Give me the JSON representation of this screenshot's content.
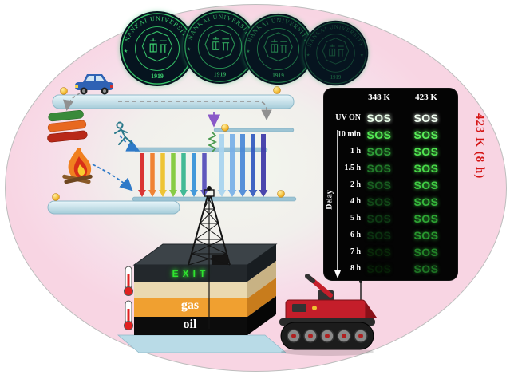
{
  "scene": {
    "seals": [
      {
        "name": "NANKAI UNIVERSITY",
        "year": "1919",
        "opacity": 1
      },
      {
        "name": "NANKAI UNIVERSITY",
        "year": "1919",
        "opacity": 0.75
      },
      {
        "name": "NANKAI UNIVERSITY",
        "year": "1919",
        "opacity": 0.55
      },
      {
        "name": "NANKAI UNIVERSITY",
        "year": "1919",
        "opacity": 0.3
      }
    ],
    "afterglow_panel": {
      "columns": [
        "348 K",
        "423 K"
      ],
      "delay_label": "Delay",
      "glow_text": "SOS",
      "rows": [
        {
          "label": "UV ON",
          "col1_color": "#eaffea",
          "col2_color": "#f2fff2"
        },
        {
          "label": "10 min",
          "col1_color": "#54ea54",
          "col2_color": "#5af05a"
        },
        {
          "label": "1 h",
          "col1_color": "#2f9e38",
          "col2_color": "#50e450"
        },
        {
          "label": "1.5 h",
          "col1_color": "#227a2a",
          "col2_color": "#48d848"
        },
        {
          "label": "2 h",
          "col1_color": "#185c20",
          "col2_color": "#40cc44"
        },
        {
          "label": "4 h",
          "col1_color": "#124818",
          "col2_color": "#36b83c"
        },
        {
          "label": "5 h",
          "col1_color": "#0e3a14",
          "col2_color": "#2ea634"
        },
        {
          "label": "6 h",
          "col1_color": "#0b3010",
          "col2_color": "#28962e"
        },
        {
          "label": "7 h",
          "col1_color": "#092809",
          "col2_color": "#228428"
        },
        {
          "label": "8 h",
          "col1_color": "#072007",
          "col2_color": "#1e7424"
        }
      ]
    },
    "side_label": "423 K (8 h)",
    "ground": {
      "exit": "EXIT",
      "gas": "gas",
      "oil": "oil"
    },
    "colors": {
      "afterglow_green": "#3ce83c",
      "alert_red": "#d41616",
      "panel_bg": "#040404"
    }
  }
}
